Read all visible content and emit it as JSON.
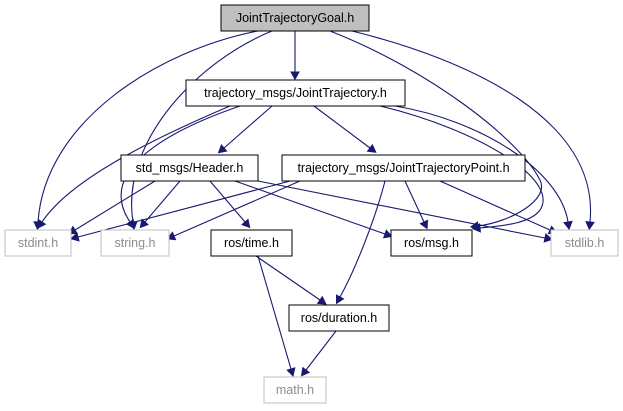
{
  "diagram": {
    "colors": {
      "edge": "#191970",
      "root_fill": "#bfbfbf",
      "node_border": "#000000",
      "external_border": "#bfbfbf",
      "node_text": "#000000",
      "external_text": "#8c8c8c"
    },
    "nodes": [
      {
        "id": "root",
        "label": "JointTrajectoryGoal.h",
        "style": "root"
      },
      {
        "id": "jt",
        "label": "trajectory_msgs/JointTrajectory.h",
        "style": "normal"
      },
      {
        "id": "hdr",
        "label": "std_msgs/Header.h",
        "style": "normal"
      },
      {
        "id": "jtp",
        "label": "trajectory_msgs/JointTrajectoryPoint.h",
        "style": "normal"
      },
      {
        "id": "stdint",
        "label": "stdint.h",
        "style": "external"
      },
      {
        "id": "string",
        "label": "string.h",
        "style": "external"
      },
      {
        "id": "time",
        "label": "ros/time.h",
        "style": "normal"
      },
      {
        "id": "msg",
        "label": "ros/msg.h",
        "style": "normal"
      },
      {
        "id": "stdlib",
        "label": "stdlib.h",
        "style": "external"
      },
      {
        "id": "duration",
        "label": "ros/duration.h",
        "style": "normal"
      },
      {
        "id": "math",
        "label": "math.h",
        "style": "external"
      }
    ],
    "edges": [
      {
        "from": "root",
        "to": "jt"
      },
      {
        "from": "root",
        "to": "stdint"
      },
      {
        "from": "root",
        "to": "string"
      },
      {
        "from": "root",
        "to": "msg"
      },
      {
        "from": "root",
        "to": "stdlib"
      },
      {
        "from": "jt",
        "to": "hdr"
      },
      {
        "from": "jt",
        "to": "jtp"
      },
      {
        "from": "jt",
        "to": "stdint"
      },
      {
        "from": "jt",
        "to": "string"
      },
      {
        "from": "jt",
        "to": "msg"
      },
      {
        "from": "jt",
        "to": "stdlib"
      },
      {
        "from": "hdr",
        "to": "stdint"
      },
      {
        "from": "hdr",
        "to": "string"
      },
      {
        "from": "hdr",
        "to": "time"
      },
      {
        "from": "hdr",
        "to": "msg"
      },
      {
        "from": "hdr",
        "to": "stdlib"
      },
      {
        "from": "jtp",
        "to": "stdint"
      },
      {
        "from": "jtp",
        "to": "string"
      },
      {
        "from": "jtp",
        "to": "msg"
      },
      {
        "from": "jtp",
        "to": "stdlib"
      },
      {
        "from": "jtp",
        "to": "duration"
      },
      {
        "from": "time",
        "to": "duration"
      },
      {
        "from": "time",
        "to": "math"
      },
      {
        "from": "duration",
        "to": "math"
      }
    ]
  }
}
